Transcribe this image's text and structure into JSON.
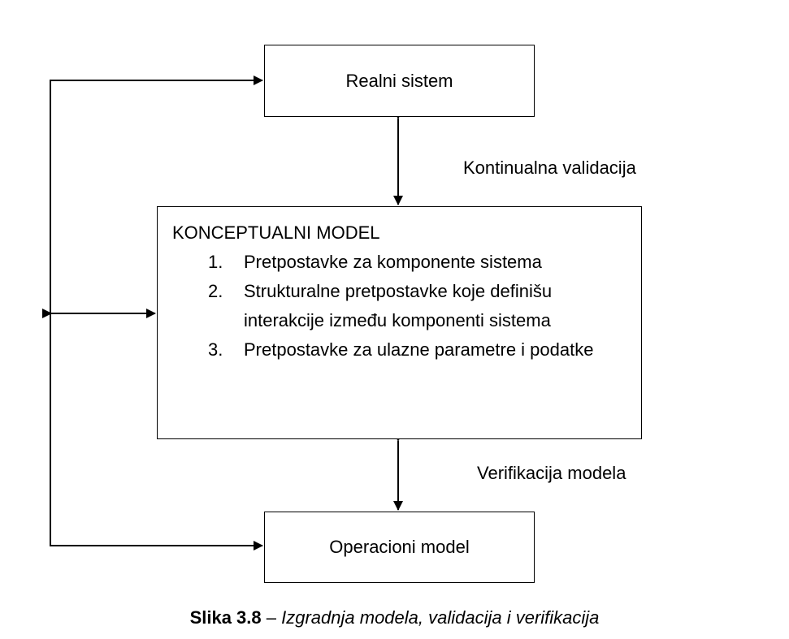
{
  "boxes": {
    "real_system": "Realni sistem",
    "operational_model": "Operacioni model",
    "conceptual_model": {
      "title": "KONCEPTUALNI MODEL",
      "items": [
        {
          "num": "1.",
          "text": "Pretpostavke za komponente sistema"
        },
        {
          "num": "2.",
          "text": "Strukturalne pretpostavke koje definišu interakcije između komponenti sistema"
        },
        {
          "num": "3.",
          "text": "Pretpostavke za ulazne parametre i podatke"
        }
      ]
    }
  },
  "labels": {
    "validation": "Kontinualna validacija",
    "verification": "Verifikacija modela"
  },
  "caption": {
    "figure": "Slika 3.8",
    "separator": " – ",
    "text": "Izgradnja modela, validacija i verifikacija"
  }
}
